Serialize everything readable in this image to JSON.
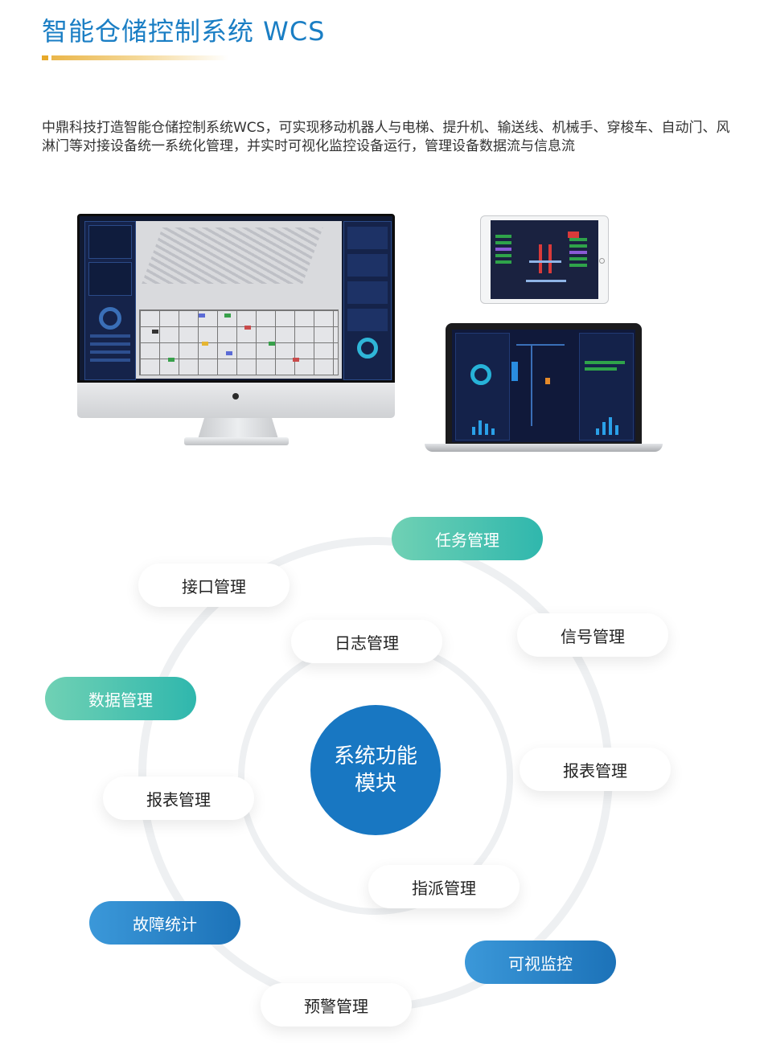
{
  "header": {
    "title": "智能仓储控制系统 WCS",
    "intro": "中鼎科技打造智能仓储控制系统WCS，可实现移动机器人与电梯、提升机、输送线、机械手、穿梭车、自动门、风淋门等对接设备统一系统化管理，并实时可视化监控设备运行，管理设备数据流与信息流"
  },
  "colors": {
    "title": "#1a7ec4",
    "accent_bar": "#e7a92a",
    "center_circle": "#1877c2",
    "teal_pill": "#2fb7ad",
    "blue_pill": "#1c72b8"
  },
  "diagram": {
    "center_label": "系统功能\n模块",
    "modules": [
      {
        "id": "task",
        "label": "任务管理",
        "style": "teal"
      },
      {
        "id": "interface",
        "label": "接口管理",
        "style": "white"
      },
      {
        "id": "signal",
        "label": "信号管理",
        "style": "white"
      },
      {
        "id": "log",
        "label": "日志管理",
        "style": "white"
      },
      {
        "id": "data",
        "label": "数据管理",
        "style": "teal"
      },
      {
        "id": "report-right",
        "label": "报表管理",
        "style": "white"
      },
      {
        "id": "report-left",
        "label": "报表管理",
        "style": "white"
      },
      {
        "id": "dispatch",
        "label": "指派管理",
        "style": "white"
      },
      {
        "id": "fault",
        "label": "故障统计",
        "style": "blue"
      },
      {
        "id": "visual",
        "label": "可视监控",
        "style": "blue"
      },
      {
        "id": "warning",
        "label": "预警管理",
        "style": "white"
      }
    ]
  }
}
